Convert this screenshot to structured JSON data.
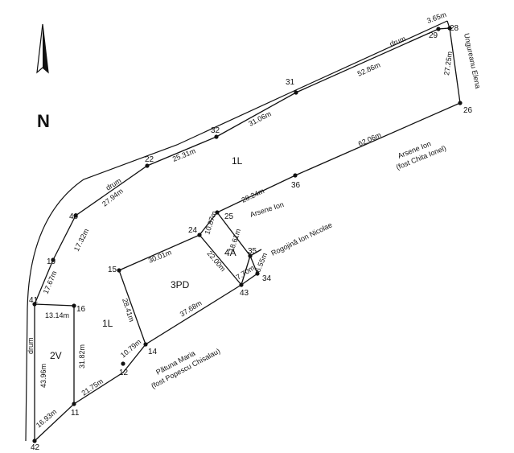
{
  "north_label": "N",
  "points": [
    {
      "id": "42",
      "label": "42"
    },
    {
      "id": "11",
      "label": "11"
    },
    {
      "id": "12",
      "label": "12"
    },
    {
      "id": "14",
      "label": "14"
    },
    {
      "id": "43",
      "label": "43"
    },
    {
      "id": "34",
      "label": "34"
    },
    {
      "id": "35",
      "label": "35"
    },
    {
      "id": "25",
      "label": "25"
    },
    {
      "id": "36",
      "label": "36"
    },
    {
      "id": "26",
      "label": "26"
    },
    {
      "id": "28",
      "label": "28"
    },
    {
      "id": "29",
      "label": "29"
    },
    {
      "id": "31",
      "label": "31"
    },
    {
      "id": "32",
      "label": "32"
    },
    {
      "id": "22",
      "label": "22"
    },
    {
      "id": "40",
      "label": "40"
    },
    {
      "id": "19",
      "label": "19"
    },
    {
      "id": "41",
      "label": "41"
    },
    {
      "id": "16",
      "label": "16"
    },
    {
      "id": "15",
      "label": "15"
    },
    {
      "id": "24",
      "label": "24"
    }
  ],
  "dimensions": [
    {
      "id": "d-42-11",
      "text": "16.93m"
    },
    {
      "id": "d-11-12",
      "text": "21.75m"
    },
    {
      "id": "d-12-14",
      "text": "10.79m"
    },
    {
      "id": "d-14-43",
      "text": "37.68m"
    },
    {
      "id": "d-43-34",
      "text": "7.70m"
    },
    {
      "id": "d-34-35",
      "text": "6.55m"
    },
    {
      "id": "d-35-25",
      "text": "18.61m"
    },
    {
      "id": "d-25-36",
      "text": "28.24m"
    },
    {
      "id": "d-36-26",
      "text": "62.06m"
    },
    {
      "id": "d-26-28",
      "text": "27.25m"
    },
    {
      "id": "d-28-29",
      "text": "3.65m"
    },
    {
      "id": "d-29-31",
      "text": "52.86m"
    },
    {
      "id": "d-31-32",
      "text": "31.06m"
    },
    {
      "id": "d-32-22",
      "text": "25.31m"
    },
    {
      "id": "d-22-40",
      "text": "27.94m"
    },
    {
      "id": "d-40-19",
      "text": "17.32m"
    },
    {
      "id": "d-19-41",
      "text": "17.67m"
    },
    {
      "id": "d-41-16",
      "text": "13.14m"
    },
    {
      "id": "d-16-11",
      "text": "31.82m"
    },
    {
      "id": "d-41-42",
      "text": "43.96m"
    },
    {
      "id": "d-15-24",
      "text": "30.01m"
    },
    {
      "id": "d-24-25",
      "text": "10.87m"
    },
    {
      "id": "d-24-43",
      "text": "22.00m"
    },
    {
      "id": "d-15-14",
      "text": "28.41m"
    }
  ],
  "zones": [
    {
      "id": "z-1L-top",
      "text": "1L"
    },
    {
      "id": "z-4A",
      "text": "4A"
    },
    {
      "id": "z-3PD",
      "text": "3PD"
    },
    {
      "id": "z-1L-left",
      "text": "1L"
    },
    {
      "id": "z-2V",
      "text": "2V"
    }
  ],
  "owners": [
    {
      "id": "o-ungureanu",
      "text": "Ungureanu Elena"
    },
    {
      "id": "o-arsene-1",
      "text": "Arsene Ion"
    },
    {
      "id": "o-arsene-2",
      "text": "(fost Chita Ionel)"
    },
    {
      "id": "o-arsene-inner",
      "text": "Arsene Ion"
    },
    {
      "id": "o-rogojina",
      "text": "Rogojină Ion Nicolae"
    },
    {
      "id": "o-patuna-1",
      "text": "Pătuna Maria"
    },
    {
      "id": "o-patuna-2",
      "text": "(fost Popescu Chisalau)"
    }
  ],
  "road_labels": [
    {
      "id": "r-top",
      "text": "drum"
    },
    {
      "id": "r-curve",
      "text": "drum"
    },
    {
      "id": "r-left",
      "text": "drum"
    }
  ]
}
